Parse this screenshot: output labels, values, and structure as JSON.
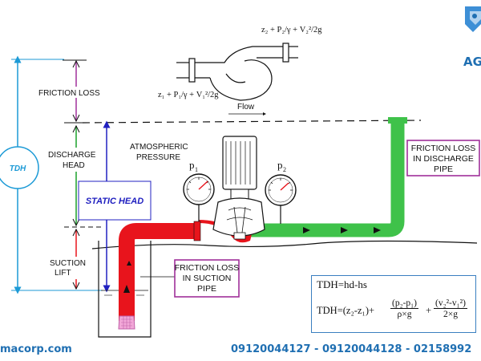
{
  "labels": {
    "friction_loss": "FRICTION LOSS",
    "discharge_head_1": "DISCHARGE",
    "discharge_head_2": "HEAD",
    "suction_lift_1": "SUCTION",
    "suction_lift_2": "LIFT",
    "tdh": "TDH",
    "static_head": "STATIC HEAD",
    "atmospheric_1": "ATMOSPHERIC",
    "atmospheric_2": "PRESSURE",
    "p1": "p",
    "p1_sub": "1",
    "p2": "p",
    "p2_sub": "2",
    "flow": "Flow",
    "friction_discharge_1": "FRICTION LOSS",
    "friction_discharge_2": "IN DISCHARGE",
    "friction_discharge_3": "PIPE",
    "friction_suction_1": "FRICTION LOSS",
    "friction_suction_2": "IN SUCTION",
    "friction_suction_3": "PIPE",
    "eq_top": "z₂ + P₂/γ + V₂²/2g",
    "eq_bottom": "z₁ + P₁/γ + V₁²/2g"
  },
  "formulas": {
    "line1": "TDH=hd-hs",
    "line2_prefix": "TDH=(z₂-z₁)+",
    "frac1_num": "(p₂-p₁)",
    "frac1_den": "ρ×g",
    "plus": "+",
    "frac2_num": "(v₂²-v₁²)",
    "frac2_den": "2×g"
  },
  "logo": {
    "text": "AG"
  },
  "footer": {
    "website": "macorp.com",
    "phones": "09120044127 - 09120044128 - 02158992"
  },
  "colors": {
    "suction_pipe": "#e8141c",
    "discharge_pipe": "#3fc24a",
    "tdh_blue": "#1c9ad6",
    "static_blue": "#2020c0",
    "friction_purple": "#a0309a",
    "head_green": "#1aa02a",
    "footer_blue": "#1f6fb2"
  }
}
